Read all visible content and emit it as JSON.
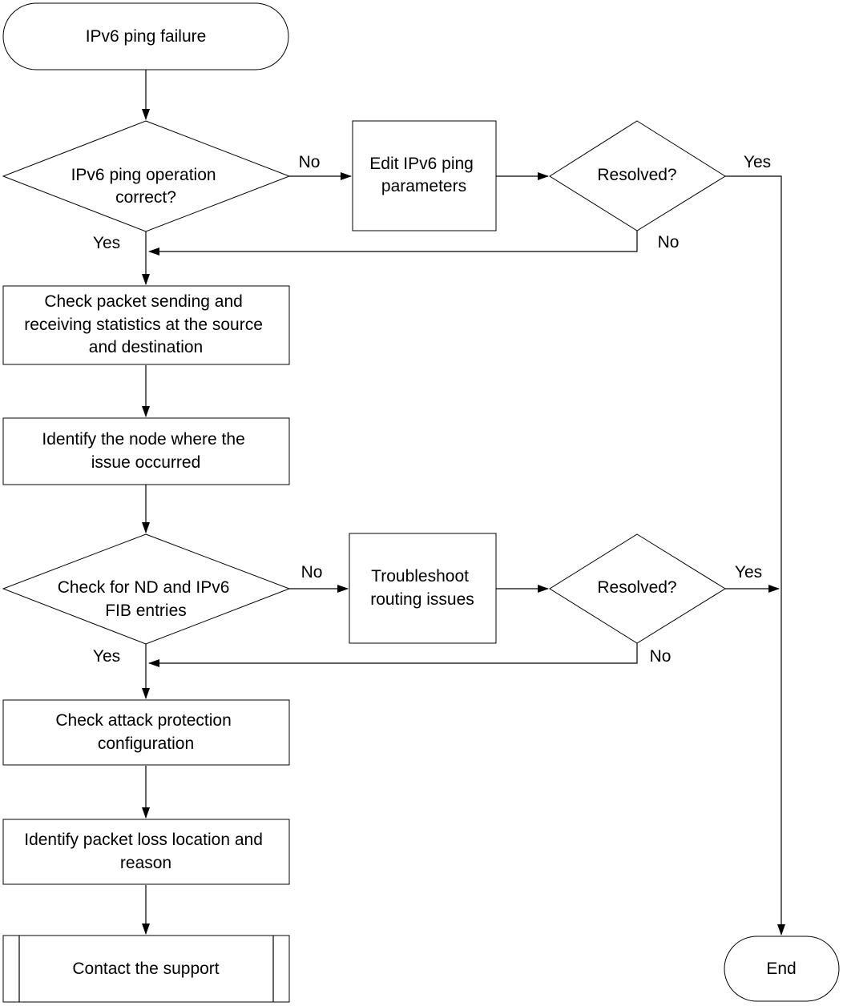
{
  "nodes": {
    "start": [
      "IPv6 ping failure"
    ],
    "check_op": [
      "IPv6 ping operation",
      "correct?"
    ],
    "edit_params": [
      "Edit IPv6 ping",
      "parameters"
    ],
    "resolved1": [
      "Resolved?"
    ],
    "check_stats": [
      "Check packet sending and",
      "receiving statistics at the source",
      "and destination"
    ],
    "identify_node": [
      "Identify the node where the",
      "issue occurred"
    ],
    "check_nd": [
      "Check for ND and IPv6",
      "FIB entries"
    ],
    "troubleshoot": [
      "Troubleshoot",
      "routing issues"
    ],
    "resolved2": [
      "Resolved?"
    ],
    "check_attack": [
      "Check attack protection",
      "configuration"
    ],
    "identify_loss": [
      "Identify packet loss location and",
      "reason"
    ],
    "contact": [
      "Contact the support"
    ],
    "end": [
      "End"
    ]
  },
  "edges": {
    "op_no": "No",
    "op_yes": "Yes",
    "res1_yes": "Yes",
    "res1_no": "No",
    "nd_no": "No",
    "nd_yes": "Yes",
    "res2_yes": "Yes",
    "res2_no": "No"
  }
}
